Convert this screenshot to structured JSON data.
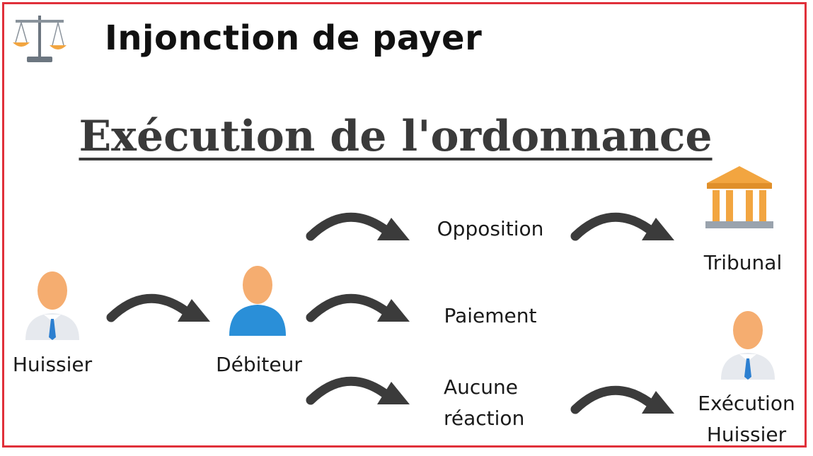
{
  "header": {
    "title": "Injonction de payer"
  },
  "diagram": {
    "subtitle": "Exécution de l'ordonnance",
    "nodes": {
      "huissier": "Huissier",
      "debiteur": "Débiteur",
      "opposition": "Opposition",
      "paiement": "Paiement",
      "aucune_reaction": [
        "Aucune",
        "réaction"
      ],
      "tribunal": "Tribunal",
      "execution_huissier": [
        "Exécution",
        "Huissier"
      ]
    }
  },
  "icons": {
    "logo": "balance-scale-icon",
    "huissier": "person-tie-icon",
    "debiteur": "person-blue-icon",
    "tribunal": "courthouse-icon",
    "execution": "person-tie-icon"
  },
  "colors": {
    "border": "#e0303a",
    "arrow": "#3b3b3b",
    "skin": "#f5ad70",
    "debtor_blue": "#2a8fd8",
    "building": "#f2a540"
  }
}
